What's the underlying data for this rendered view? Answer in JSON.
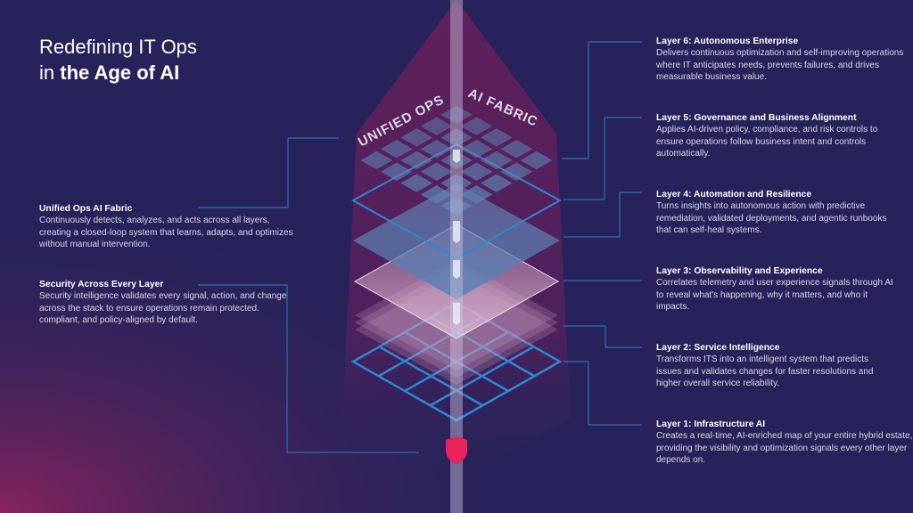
{
  "title": {
    "line1": "Redefining IT Ops",
    "line2_prefix": "in ",
    "line2_bold": "the Age of AI"
  },
  "diagram_labels": {
    "left": "UNIFIED OPS",
    "right": "AI FABRIC"
  },
  "left_blocks": [
    {
      "title": "Unified Ops AI Fabric",
      "body": "Continuously detects, analyzes, and acts across all layers, creating a closed-loop system that learns, adapts, and optimizes without manual intervention."
    },
    {
      "title": "Security Across Every Layer",
      "body": "Security intelligence validates every signal, action, and change across the stack to ensure operations remain protected. compliant, and policy-aligned by default."
    }
  ],
  "layers": [
    {
      "title": "Layer 6: Autonomous Enterprise",
      "body": "Delivers continuous optimization and self-improving operations where IT anticipates needs, prevents failures, and drives measurable business value."
    },
    {
      "title": "Layer 5: Governance and Business Alignment",
      "body": "Applies AI-driven policy, compliance, and risk controls to ensure operations follow business intent and controls automatically."
    },
    {
      "title": "Layer 4: Automation and Resilience",
      "body": "Turns insights into autonomous action with predictive remediation, validated deployments, and agentic runbooks that can self-heal systems."
    },
    {
      "title": "Layer 3: Observability and Experience",
      "body": "Correlates telemetry and user experience signals through AI to reveal what's happening, why it matters, and who it impacts."
    },
    {
      "title": "Layer 2: Service Intelligence",
      "body": "Transforms ITS into an intelligent system that predicts issues and validates changes for faster resolutions and higher overall service reliability."
    },
    {
      "title": "Layer 1: Infrastructure AI",
      "body": "Creates a real-time, AI-enriched map of your entire hybrid estate, providing the visibility and optimization signals every other layer depends on."
    }
  ],
  "colors": {
    "background": "#27235a",
    "accent_blue": "#2f86d0",
    "accent_magenta": "#7a1f5c",
    "shield": "#e8245a"
  }
}
